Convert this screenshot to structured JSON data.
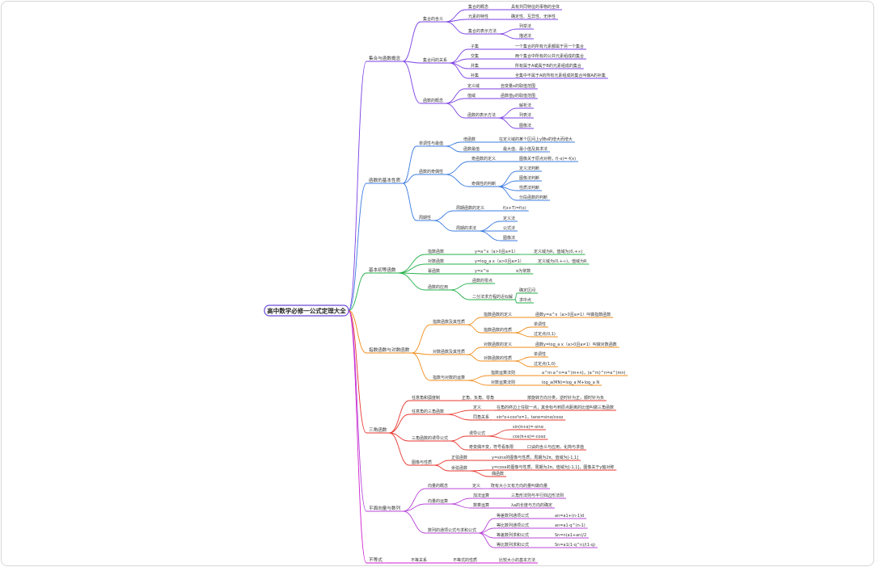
{
  "root": "高中数学必修一公式定理大全",
  "colors": [
    "#7b3fe4",
    "#3b7be0",
    "#23b04a",
    "#f08c1a",
    "#e8372f",
    "#b845d8",
    "#d11fcf"
  ],
  "nodes": [
    {
      "id": "b1",
      "t": "集合与函数概念"
    },
    {
      "id": "b1a",
      "t": "集合的含义"
    },
    {
      "id": "b1a1",
      "t": "集合的概念"
    },
    {
      "id": "b1a1x",
      "t": "具有共同特征的事物的全体"
    },
    {
      "id": "b1a2",
      "t": "元素的特性"
    },
    {
      "id": "b1a2x",
      "t": "确定性、互异性、无序性"
    },
    {
      "id": "b1a3",
      "t": "集合的表示方法"
    },
    {
      "id": "b1a3x",
      "t": "列举法"
    },
    {
      "id": "b1a3y",
      "t": "描述法"
    },
    {
      "id": "b1b",
      "t": "集合间的关系"
    },
    {
      "id": "b1b1",
      "t": "子集"
    },
    {
      "id": "b1b1x",
      "t": "一个集合的所有元素都属于另一个集合"
    },
    {
      "id": "b1b2",
      "t": "交集"
    },
    {
      "id": "b1b2x",
      "t": "两个集合中所有的公共元素组成的集合"
    },
    {
      "id": "b1b3",
      "t": "并集"
    },
    {
      "id": "b1b3x",
      "t": "所有属于A或属于B的元素组成的集合"
    },
    {
      "id": "b1b4",
      "t": "补集"
    },
    {
      "id": "b1b4x",
      "t": "全集中不属于A的所有元素组成的集合叫做A的补集"
    },
    {
      "id": "b1c",
      "t": "函数的概念"
    },
    {
      "id": "b1c1",
      "t": "定义域"
    },
    {
      "id": "b1c1x",
      "t": "自变量x的取值范围"
    },
    {
      "id": "b1c2",
      "t": "值域"
    },
    {
      "id": "b1c2x",
      "t": "函数值y的取值范围"
    },
    {
      "id": "b1c3",
      "t": "函数的表示方法"
    },
    {
      "id": "b1c3x",
      "t": "解析法"
    },
    {
      "id": "b1c3y",
      "t": "列表法"
    },
    {
      "id": "b1c3z",
      "t": "图像法"
    },
    {
      "id": "b2",
      "t": "函数的基本性质"
    },
    {
      "id": "b2a",
      "t": "单调性与最值"
    },
    {
      "id": "b2a1",
      "t": "增函数"
    },
    {
      "id": "b2a1x",
      "t": "在定义域的某个区间上y随x的增大而增大"
    },
    {
      "id": "b2a2",
      "t": "函数最值"
    },
    {
      "id": "b2a2x",
      "t": "最大值、最小值及其求法"
    },
    {
      "id": "b2b",
      "t": "函数的奇偶性"
    },
    {
      "id": "b2b1",
      "t": "奇函数的定义"
    },
    {
      "id": "b2b1x",
      "t": "图像关于原点对称，f(-x)=-f(x)"
    },
    {
      "id": "b2b2",
      "t": "奇偶性的判断"
    },
    {
      "id": "b2b2a",
      "t": "定义法判断"
    },
    {
      "id": "b2b2b",
      "t": "图像法判断"
    },
    {
      "id": "b2b2c",
      "t": "性质法判断"
    },
    {
      "id": "b2b2d",
      "t": "分段函数的判断"
    },
    {
      "id": "b2c",
      "t": "周期性"
    },
    {
      "id": "b2c1",
      "t": "周期函数的定义"
    },
    {
      "id": "b2c1x",
      "t": "f(x+T)=f(x)"
    },
    {
      "id": "b2c2",
      "t": "周期的求法"
    },
    {
      "id": "b2c2a",
      "t": "定义法"
    },
    {
      "id": "b2c2b",
      "t": "公式法"
    },
    {
      "id": "b2c2c",
      "t": "图像法"
    },
    {
      "id": "b3",
      "t": "基本初等函数"
    },
    {
      "id": "b3a",
      "t": "指数函数"
    },
    {
      "id": "b3ax",
      "t": "y=a^x（a>0且a≠1）"
    },
    {
      "id": "b3ay",
      "t": "定义域为R，值域为(0,+∞)"
    },
    {
      "id": "b3b",
      "t": "对数函数"
    },
    {
      "id": "b3bx",
      "t": "y=log_a x（a>0且a≠1）"
    },
    {
      "id": "b3by",
      "t": "定义域为(0,+∞)，值域为R"
    },
    {
      "id": "b3c",
      "t": "幂函数"
    },
    {
      "id": "b3cx",
      "t": "y=x^α"
    },
    {
      "id": "b3cy",
      "t": "α为常数"
    },
    {
      "id": "b3d",
      "t": "函数的应用"
    },
    {
      "id": "b3d1",
      "t": "函数的零点"
    },
    {
      "id": "b3d2",
      "t": "二分法求方程的近似解"
    },
    {
      "id": "b3d2a",
      "t": "确定区间"
    },
    {
      "id": "b3d2b",
      "t": "求中点"
    },
    {
      "id": "b4",
      "t": "指数函数与对数函数"
    },
    {
      "id": "b4a",
      "t": "指数函数及其性质"
    },
    {
      "id": "b4a1",
      "t": "指数函数的定义"
    },
    {
      "id": "b4a1x",
      "t": "函数y=a^x（a>0且a≠1）叫做指数函数"
    },
    {
      "id": "b4a2",
      "t": "指数函数的性质"
    },
    {
      "id": "b4a2a",
      "t": "单调性"
    },
    {
      "id": "b4a2b",
      "t": "过定点(0,1)"
    },
    {
      "id": "b4b",
      "t": "对数函数及其性质"
    },
    {
      "id": "b4b1",
      "t": "对数函数的定义"
    },
    {
      "id": "b4b1x",
      "t": "函数y=log_a x（a>0且a≠1）叫做对数函数"
    },
    {
      "id": "b4b2",
      "t": "对数函数的性质"
    },
    {
      "id": "b4b2a",
      "t": "单调性"
    },
    {
      "id": "b4b2b",
      "t": "过定点(1,0)"
    },
    {
      "id": "b4c",
      "t": "指数与对数的运算"
    },
    {
      "id": "b4c1",
      "t": "指数运算法则"
    },
    {
      "id": "b4c1x",
      "t": "a^m·a^n=a^(m+n)，(a^m)^n=a^(mn)"
    },
    {
      "id": "b4c2",
      "t": "对数运算法则"
    },
    {
      "id": "b4c2x",
      "t": "log_a(MN)=log_a M+log_a N"
    },
    {
      "id": "b5",
      "t": "三角函数"
    },
    {
      "id": "b5a",
      "t": "任意角和弧度制"
    },
    {
      "id": "b5a1",
      "t": "正角、负角、零角"
    },
    {
      "id": "b5a1x",
      "t": "按旋转方向分类，逆时针为正，顺时针为负"
    },
    {
      "id": "b5b",
      "t": "任意角的三角函数"
    },
    {
      "id": "b5b1",
      "t": "定义"
    },
    {
      "id": "b5b1x",
      "t": "在角的终边上任取一点，其坐标与到原点距离的比值叫做三角函数"
    },
    {
      "id": "b5b2",
      "t": "同角关系"
    },
    {
      "id": "b5b2x",
      "t": "sin²α+cos²α=1，tanα=sinα/cosα"
    },
    {
      "id": "b5c",
      "t": "三角函数的诱导公式"
    },
    {
      "id": "b5c1",
      "t": "诱导公式"
    },
    {
      "id": "b5c1a",
      "t": "sin(π+α)=-sinα"
    },
    {
      "id": "b5c1b",
      "t": "cos(π+α)=-cosα"
    },
    {
      "id": "b5c2",
      "t": "奇变偶不变，符号看象限"
    },
    {
      "id": "b5c2x",
      "t": "口诀的含义与应用，化简与求值"
    },
    {
      "id": "b5d",
      "t": "图像与性质"
    },
    {
      "id": "b5d1",
      "t": "正弦函数"
    },
    {
      "id": "b5d1x",
      "t": "y=sinx的图像与性质，周期为2π，值域为[-1,1]"
    },
    {
      "id": "b5d2",
      "t": "余弦函数"
    },
    {
      "id": "b5d2x",
      "t": "y=cosx的图像与性质，周期为2π，值域为[-1,1]，图像关于y轴对称"
    },
    {
      "id": "b5d2y",
      "t": "偶函数"
    },
    {
      "id": "b6",
      "t": "平面向量与数列"
    },
    {
      "id": "b6a",
      "t": "向量的概念"
    },
    {
      "id": "b6a1",
      "t": "定义"
    },
    {
      "id": "b6a1x",
      "t": "既有大小又有方向的量叫做向量"
    },
    {
      "id": "b6b",
      "t": "向量的运算"
    },
    {
      "id": "b6b1",
      "t": "加法运算"
    },
    {
      "id": "b6b1x",
      "t": "三角形法则与平行四边形法则"
    },
    {
      "id": "b6b2",
      "t": "数乘运算"
    },
    {
      "id": "b6b2x",
      "t": "λa的长度与方向的确定"
    },
    {
      "id": "b6c",
      "t": "数列的通项公式与求和公式"
    },
    {
      "id": "b6c1",
      "t": "等差数列通项公式"
    },
    {
      "id": "b6c1x",
      "t": "an=a1+(n-1)d"
    },
    {
      "id": "b6c2",
      "t": "等比数列通项公式"
    },
    {
      "id": "b6c2x",
      "t": "an=a1·q^(n-1)"
    },
    {
      "id": "b6c3",
      "t": "等差数列求和公式"
    },
    {
      "id": "b6c3x",
      "t": "Sn=n(a1+an)/2"
    },
    {
      "id": "b6c4",
      "t": "等比数列求和公式"
    },
    {
      "id": "b6c4x",
      "t": "Sn=a1(1-q^n)/(1-q)"
    },
    {
      "id": "b7",
      "t": "不等式"
    },
    {
      "id": "b7a",
      "t": "不等关系"
    },
    {
      "id": "b7a1",
      "t": "不等式的性质"
    },
    {
      "id": "b7a1x",
      "t": "比较大小的基本方法"
    }
  ]
}
